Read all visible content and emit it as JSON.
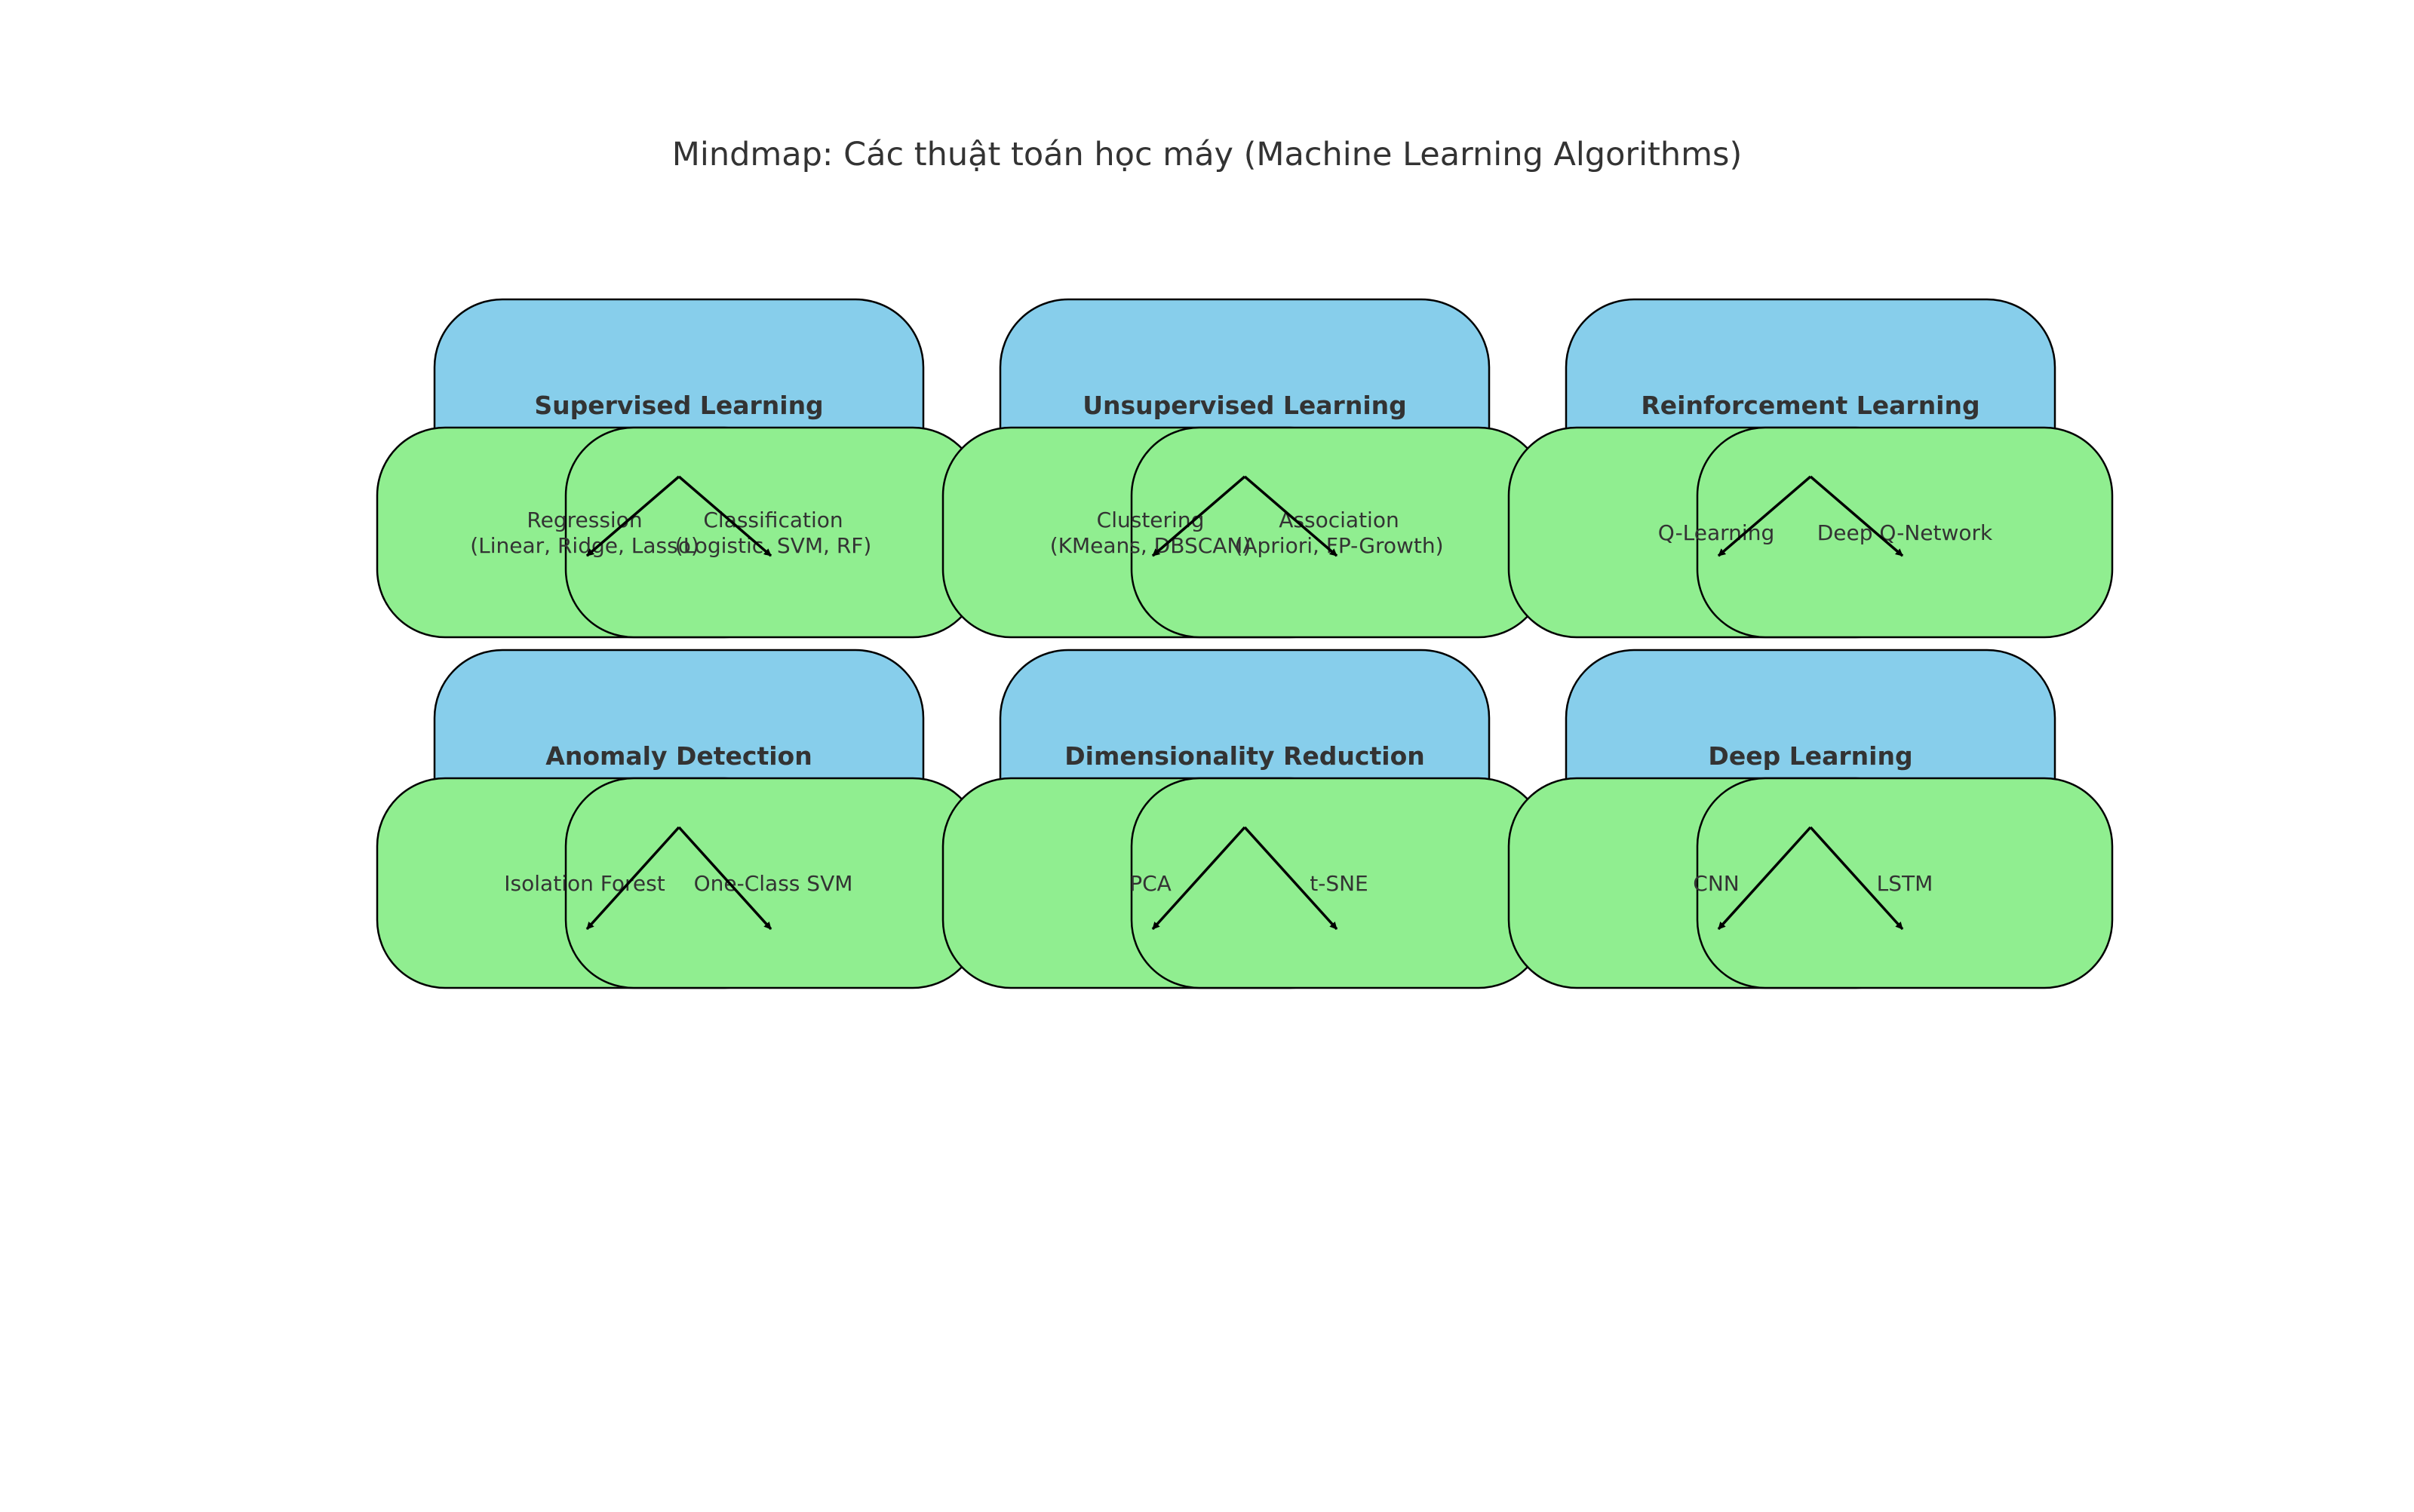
{
  "title": "Mindmap: Các thuật toán học máy (Machine Learning Algorithms)",
  "colors": {
    "category_fill": "#87CEEB",
    "subtopic_fill": "#90EE90",
    "stroke": "#000000",
    "text": "#333333"
  },
  "categories": [
    {
      "name": "Supervised Learning",
      "children": [
        {
          "lines": [
            "Regression",
            "(Linear, Ridge, Lasso)"
          ]
        },
        {
          "lines": [
            "Classification",
            "(Logistic, SVM, RF)"
          ]
        }
      ]
    },
    {
      "name": "Unsupervised Learning",
      "children": [
        {
          "lines": [
            "Clustering",
            "(KMeans, DBSCAN)"
          ]
        },
        {
          "lines": [
            "Association",
            "(Apriori, FP-Growth)"
          ]
        }
      ]
    },
    {
      "name": "Reinforcement Learning",
      "children": [
        {
          "lines": [
            "Q-Learning"
          ]
        },
        {
          "lines": [
            "Deep Q-Network"
          ]
        }
      ]
    },
    {
      "name": "Anomaly Detection",
      "children": [
        {
          "lines": [
            "Isolation Forest"
          ]
        },
        {
          "lines": [
            "One-Class SVM"
          ]
        }
      ]
    },
    {
      "name": "Dimensionality Reduction",
      "children": [
        {
          "lines": [
            "PCA"
          ]
        },
        {
          "lines": [
            "t-SNE"
          ]
        }
      ]
    },
    {
      "name": "Deep Learning",
      "children": [
        {
          "lines": [
            "CNN"
          ]
        },
        {
          "lines": [
            "LSTM"
          ]
        }
      ]
    }
  ]
}
